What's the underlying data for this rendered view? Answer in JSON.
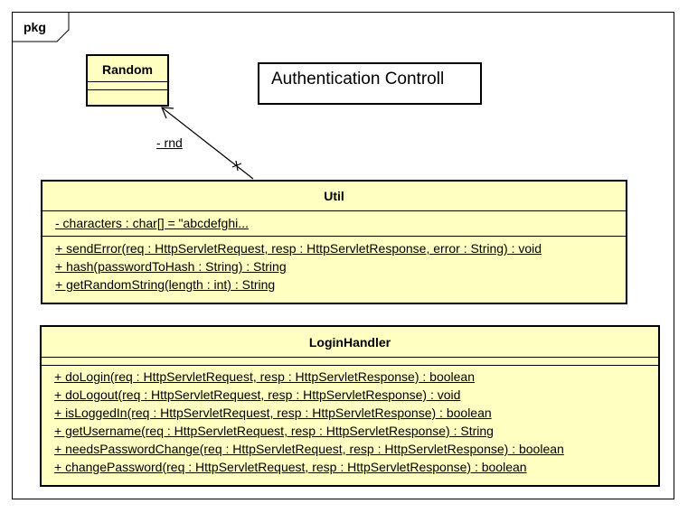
{
  "frame": {
    "label": "pkg"
  },
  "note": {
    "text": "Authentication Controll"
  },
  "classes": {
    "random": {
      "name": "Random"
    },
    "util": {
      "name": "Util",
      "attributes": [
        "- characters : char[] = \"abcdefghi..."
      ],
      "operations": [
        "+ sendError(req : HttpServletRequest, resp : HttpServletResponse, error : String) : void",
        "+ hash(passwordToHash : String) : String",
        "+ getRandomString(length : int) : String"
      ]
    },
    "loginhandler": {
      "name": "LoginHandler",
      "operations": [
        "+ doLogin(req : HttpServletRequest, resp : HttpServletResponse) : boolean",
        "+ doLogout(req : HttpServletRequest, resp : HttpServletResponse) : void",
        "+ isLoggedIn(req : HttpServletRequest, resp : HttpServletResponse) : boolean",
        "+ getUsername(req : HttpServletRequest, resp : HttpServletResponse) : String",
        "+ needsPasswordChange(req : HttpServletRequest, resp : HttpServletResponse) : boolean",
        "+ changePassword(req : HttpServletRequest, resp : HttpServletResponse) : boolean"
      ]
    }
  },
  "association": {
    "role": "- rnd"
  }
}
